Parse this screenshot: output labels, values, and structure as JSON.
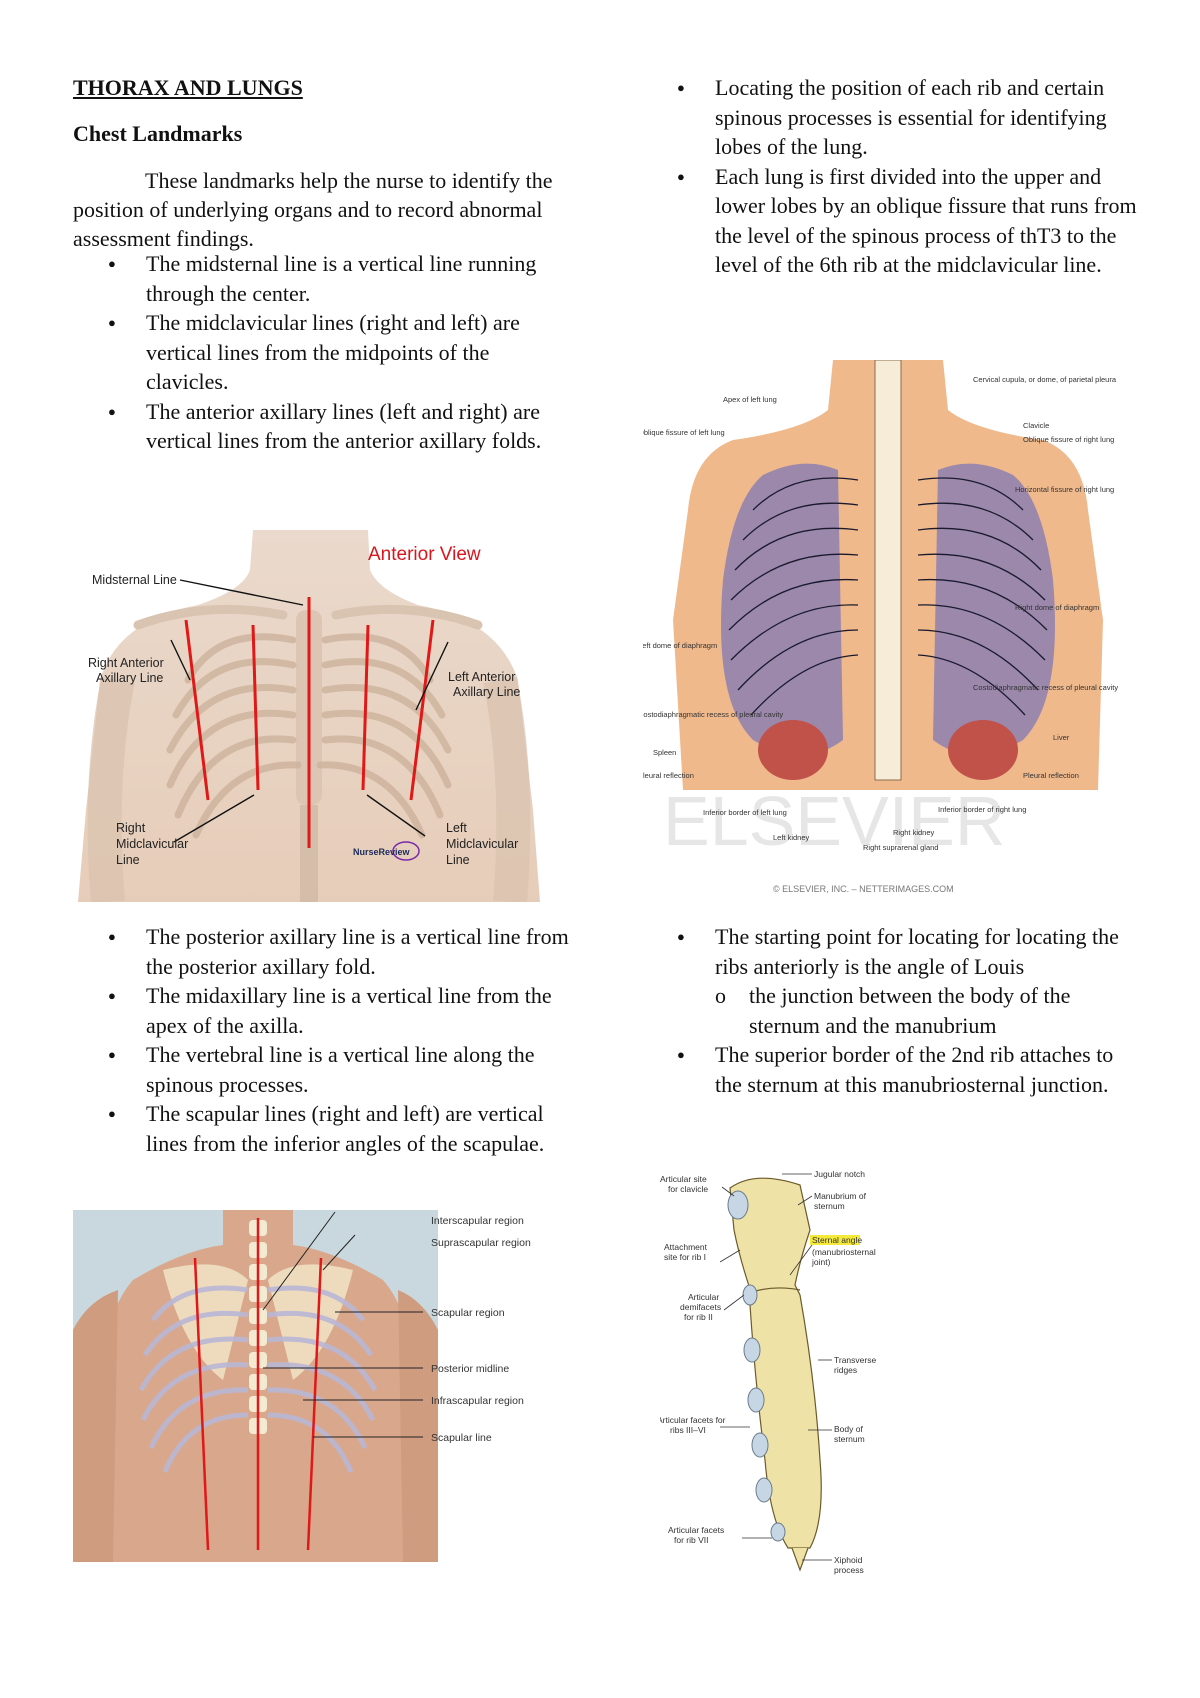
{
  "doc": {
    "title": "THORAX AND LUNGS",
    "subtitle": "Chest Landmarks",
    "intro": "These landmarks help the nurse to identify the position of underlying organs and to record abnormal assessment findings."
  },
  "left_bullets_1": [
    "The midsternal line is a vertical line running through the center.",
    "The midclavicular lines (right and left) are vertical lines from the midpoints of the clavicles.",
    "The anterior axillary lines (left and right) are vertical lines from the anterior axillary folds."
  ],
  "anterior_fig": {
    "heading": "Anterior View",
    "labels": {
      "midsternal": "Midsternal Line",
      "right_anterior_1": "Right Anterior",
      "right_anterior_2": "Axillary Line",
      "left_anterior_1": "Left Anterior",
      "left_anterior_2": "Axillary Line",
      "right_mid_1": "Right",
      "right_mid_2": "Midclavicular",
      "right_mid_3": "Line",
      "left_mid_1": "Left",
      "left_mid_2": "Midclavicular",
      "left_mid_3": "Line",
      "logo": "NurseReview"
    }
  },
  "left_bullets_2": [
    "The posterior axillary line is a vertical line from the posterior axillary fold.",
    "The midaxillary line is a vertical line from the apex of the axilla.",
    "The vertebral line is a vertical line along the spinous processes.",
    "The scapular lines (right and left) are vertical lines from the inferior angles of the scapulae."
  ],
  "posterior_fig": {
    "labels": [
      "Interscapular region",
      "Suprascapular region",
      "Scapular region",
      "Posterior midline",
      "Infrascapular region",
      "Scapular line"
    ]
  },
  "right_bullets_1": [
    "Locating the position of each rib and certain spinous processes is essential for identifying lobes of the lung.",
    "Each lung is first divided into the upper and lower lobes by an oblique fissure that runs from the level of the spinous process of thT3 to the level of the 6th rib at the midclavicular line."
  ],
  "lung_fig": {
    "labels_left": [
      "Apex of left lung",
      "Oblique fissure of left lung",
      "Left dome of diaphragm",
      "Costodiaphragmatic recess of pleural cavity",
      "Spleen",
      "Pleural reflection",
      "Inferior border of left lung",
      "Left kidney"
    ],
    "labels_right": [
      "Cervical cupula, or dome, of parietal pleura",
      "Clavicle",
      "Oblique fissure of right lung",
      "Horizontal fissure of right lung",
      "Right dome of diaphragm",
      "Costodiaphragmatic recess of pleural cavity",
      "Liver",
      "Pleural reflection",
      "Inferior border of right lung",
      "Right kidney",
      "Right suprarenal gland"
    ],
    "watermark": "ELSEVIER",
    "credit": "© ELSEVIER, INC. – NETTERIMAGES.COM"
  },
  "right_bullets_2": [
    {
      "text": "The starting point for locating for locating the ribs anteriorly is the angle of Louis",
      "sub": [
        "the junction between the body of the sternum and the manubrium"
      ]
    },
    {
      "text": "The superior border of the 2nd rib attaches to the sternum at this manubriosternal junction.",
      "sub": []
    }
  ],
  "sternum_fig": {
    "labels": {
      "articular_clavicle_1": "Articular site",
      "articular_clavicle_2": "for clavicle",
      "attach_rib1_1": "Attachment",
      "attach_rib1_2": "site for rib I",
      "demifacets_1": "Articular",
      "demifacets_2": "demifacets",
      "demifacets_3": "for rib II",
      "facets_3_6_1": "Articular facets for",
      "facets_3_6_2": "ribs III–VI",
      "facets_7_1": "Articular facets",
      "facets_7_2": "for rib VII",
      "jugular": "Jugular notch",
      "manubrium_1": "Manubrium of",
      "manubrium_2": "sternum",
      "angle_1": "Sternal angle",
      "angle_2": "(manubriosternal",
      "angle_3": "joint)",
      "ridges_1": "Transverse",
      "ridges_2": "ridges",
      "body_1": "Body of",
      "body_2": "sternum",
      "xiphoid_1": "Xiphoid",
      "xiphoid_2": "process"
    },
    "highlight": "#f5ea3a"
  }
}
